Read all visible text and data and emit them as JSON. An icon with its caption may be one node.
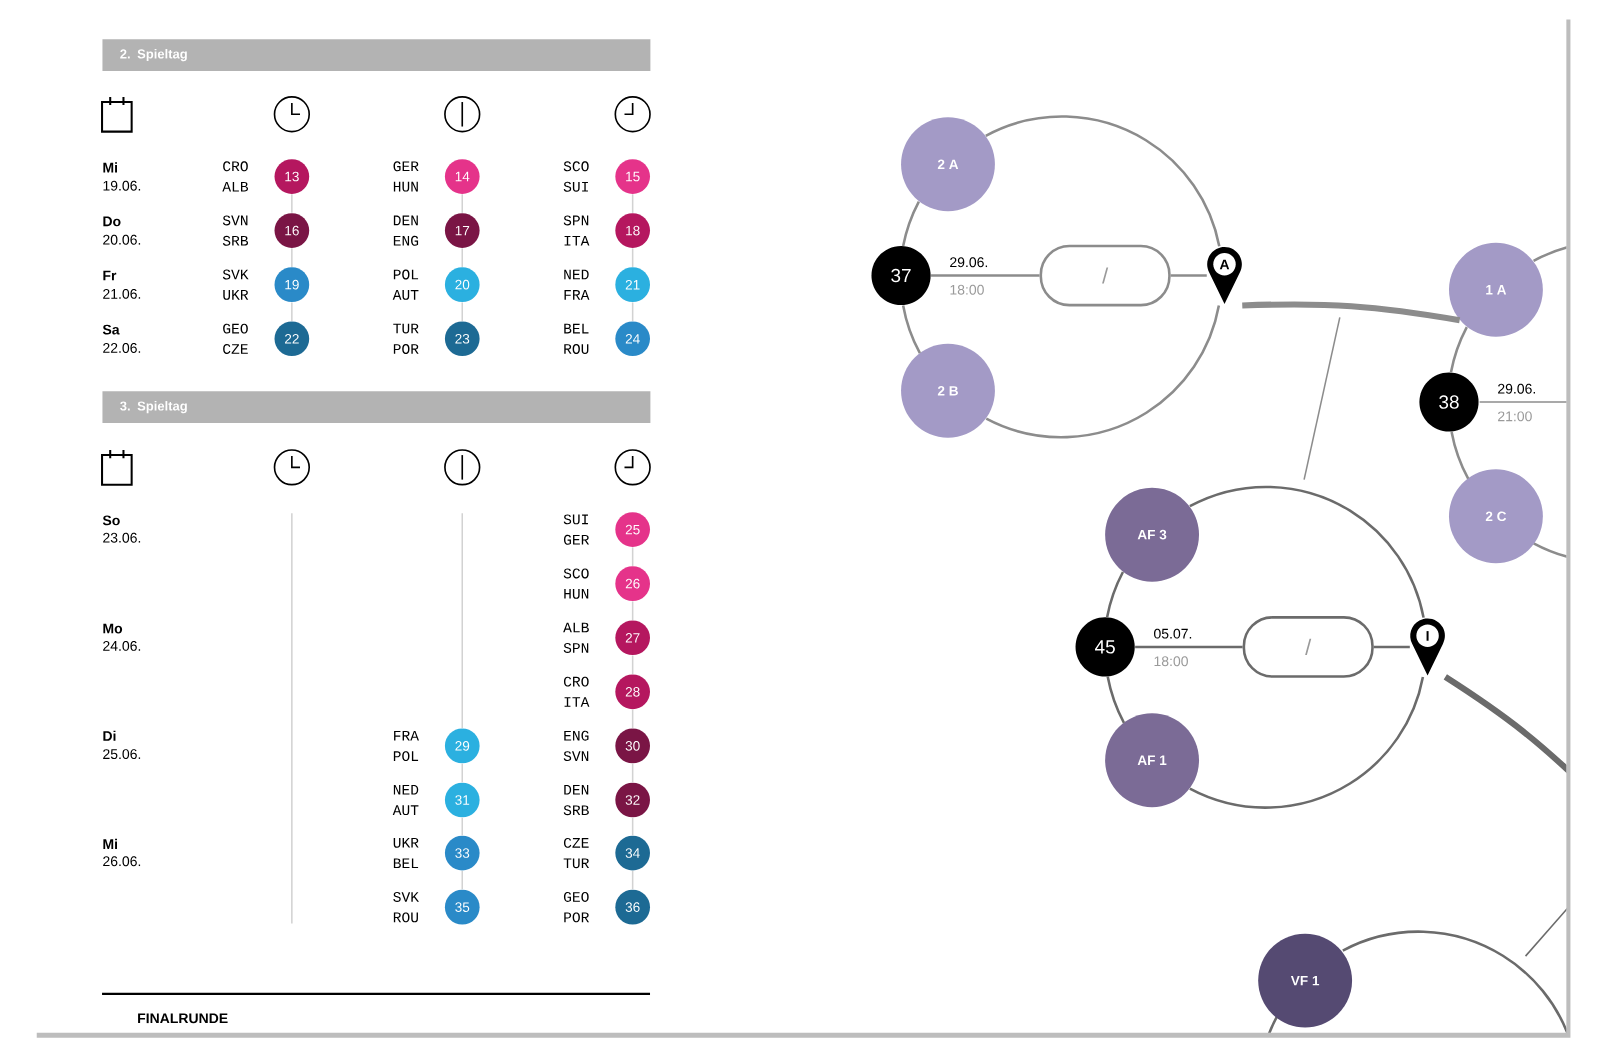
{
  "diagram": {
    "nodes": [
      {
        "text": [
          "2. Spieltag"
        ]
      },
      {
        "text": [
          "13"
        ],
        "beside": [
          "CRO",
          "ALB"
        ]
      },
      {
        "text": [
          "14"
        ],
        "beside": [
          "GER",
          "HUN"
        ]
      },
      {
        "text": [
          "15"
        ],
        "beside": [
          "SCO",
          "SUI"
        ]
      },
      {
        "text": [
          "16"
        ],
        "beside": [
          "SVN",
          "SRB"
        ]
      },
      {
        "text": [
          "17"
        ],
        "beside": [
          "DEN",
          "ENG"
        ]
      },
      {
        "text": [
          "18"
        ],
        "beside": [
          "SPN",
          "ITA"
        ]
      },
      {
        "text": [
          "19"
        ],
        "beside": [
          "SVK",
          "UKR"
        ]
      },
      {
        "text": [
          "20"
        ],
        "beside": [
          "POL",
          "AUT"
        ]
      },
      {
        "text": [
          "21"
        ],
        "beside": [
          "NED",
          "FRA"
        ]
      },
      {
        "text": [
          "22"
        ],
        "beside": [
          "GEO",
          "CZE"
        ]
      },
      {
        "text": [
          "23"
        ],
        "beside": [
          "TUR",
          "POR"
        ]
      },
      {
        "text": [
          "24"
        ],
        "beside": [
          "BEL",
          "ROU"
        ]
      },
      {
        "text": [
          "3. Spieltag"
        ]
      },
      {
        "text": [
          "25"
        ],
        "beside": [
          "SUI",
          "GER"
        ]
      },
      {
        "text": [
          "26"
        ],
        "beside": [
          "SCO",
          "HUN"
        ]
      },
      {
        "text": [
          "27"
        ],
        "beside": [
          "ALB",
          "SPN"
        ]
      },
      {
        "text": [
          "28"
        ],
        "beside": [
          "CRO",
          "ITA"
        ]
      },
      {
        "text": [
          "29"
        ],
        "beside": [
          "FRA",
          "POL"
        ]
      },
      {
        "text": [
          "30"
        ],
        "beside": [
          "ENG",
          "SVN"
        ]
      },
      {
        "text": [
          "31"
        ],
        "beside": [
          "NED",
          "AUT"
        ]
      },
      {
        "text": [
          "32"
        ],
        "beside": [
          "DEN",
          "SRB"
        ]
      },
      {
        "text": [
          "33"
        ],
        "beside": [
          "UKR",
          "BEL"
        ]
      },
      {
        "text": [
          "34"
        ],
        "beside": [
          "CZE",
          "TUR"
        ]
      },
      {
        "text": [
          "35"
        ],
        "beside": [
          "SVK",
          "ROU"
        ]
      },
      {
        "text": [
          "36"
        ],
        "beside": [
          "GEO",
          "POR"
        ]
      },
      {
        "text": [
          "2 A"
        ]
      },
      {
        "text": [
          "37"
        ],
        "beside": [
          "29.06.",
          "18:00"
        ]
      },
      {
        "text": [
          "/"
        ]
      },
      {
        "text": [
          "A"
        ]
      },
      {
        "text": [
          "2 B"
        ]
      },
      {
        "text": [
          "1 A"
        ]
      },
      {
        "text": [
          "38"
        ],
        "beside": [
          "29.06.",
          "21:00"
        ]
      },
      {
        "text": [
          "2 C"
        ]
      },
      {
        "text": [
          "AF 3"
        ]
      },
      {
        "text": [
          "45"
        ],
        "beside": [
          "05.07.",
          "18:00"
        ]
      },
      {
        "text": [
          "/"
        ]
      },
      {
        "text": [
          "I"
        ]
      },
      {
        "text": [
          "AF 1"
        ]
      },
      {
        "text": [
          "VF 1"
        ]
      }
    ],
    "edges": [
      {
        "from": 1,
        "to": 4,
        "arrow": "none"
      },
      {
        "from": 4,
        "to": 7,
        "arrow": "none"
      },
      {
        "from": 7,
        "to": 10,
        "arrow": "none"
      },
      {
        "from": 2,
        "to": 5,
        "arrow": "none"
      },
      {
        "from": 5,
        "to": 8,
        "arrow": "none"
      },
      {
        "from": 8,
        "to": 11,
        "arrow": "none"
      },
      {
        "from": 3,
        "to": 6,
        "arrow": "none"
      },
      {
        "from": 6,
        "to": 9,
        "arrow": "none"
      },
      {
        "from": 9,
        "to": 12,
        "arrow": "none"
      },
      {
        "from": 14,
        "to": 15,
        "arrow": "none"
      },
      {
        "from": 15,
        "to": 16,
        "arrow": "none"
      },
      {
        "from": 16,
        "to": 17,
        "arrow": "none"
      },
      {
        "from": 17,
        "to": 19,
        "arrow": "none"
      },
      {
        "from": 19,
        "to": 21,
        "arrow": "none"
      },
      {
        "from": 21,
        "to": 23,
        "arrow": "none"
      },
      {
        "from": 23,
        "to": 25,
        "arrow": "none"
      },
      {
        "from": null,
        "to": 18,
        "arrow": "none"
      },
      {
        "from": 18,
        "to": 20,
        "arrow": "none"
      },
      {
        "from": 20,
        "to": 22,
        "arrow": "none"
      },
      {
        "from": 22,
        "to": 24,
        "arrow": "none"
      },
      {
        "from": 26,
        "to": 27,
        "arrow": "none"
      },
      {
        "from": 27,
        "to": 30,
        "arrow": "none"
      },
      {
        "from": 26,
        "to": 29,
        "arrow": "none"
      },
      {
        "from": 30,
        "to": 29,
        "arrow": "none"
      },
      {
        "from": 27,
        "to": 28,
        "arrow": "none"
      },
      {
        "from": 28,
        "to": 29,
        "arrow": "none"
      },
      {
        "from": 29,
        "to": 31,
        "arrow": "none",
        "style": "thick"
      },
      {
        "from": 31,
        "to": 32,
        "arrow": "none"
      },
      {
        "from": 32,
        "to": 33,
        "arrow": "none"
      },
      {
        "from": 34,
        "to": 35,
        "arrow": "none",
        "color": "#6b6b6b"
      },
      {
        "from": 35,
        "to": 38,
        "arrow": "none",
        "color": "#6b6b6b"
      },
      {
        "from": 34,
        "to": 37,
        "arrow": "none",
        "color": "#6b6b6b"
      },
      {
        "from": 38,
        "to": 37,
        "arrow": "none",
        "color": "#6b6b6b"
      },
      {
        "from": 35,
        "to": 36,
        "arrow": "none",
        "color": "#6b6b6b"
      },
      {
        "from": 36,
        "to": 37,
        "arrow": "none",
        "color": "#6b6b6b"
      },
      {
        "from": 37,
        "to": null,
        "arrow": "none",
        "style": "thick",
        "color": "#6b6b6b"
      }
    ],
    "labels": [
      "Mi",
      "19.06.",
      "Do",
      "20.06.",
      "Fr",
      "21.06.",
      "Sa",
      "22.06.",
      "So",
      "23.06.",
      "Mo",
      "24.06.",
      "Di",
      "25.06.",
      "Mi",
      "26.06.",
      "FINALRUNDE"
    ]
  }
}
